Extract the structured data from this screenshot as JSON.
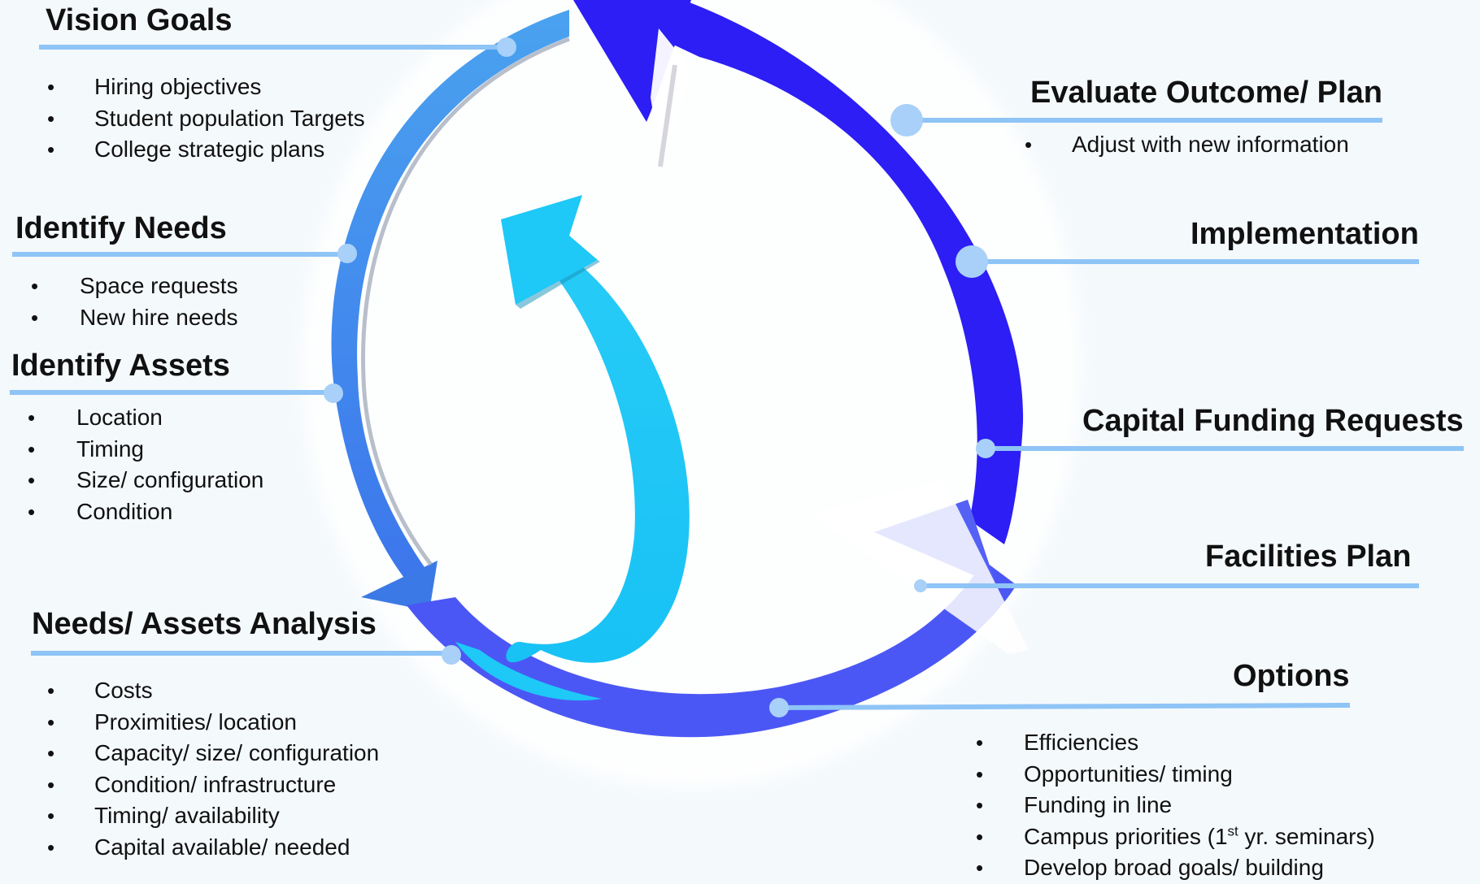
{
  "colors": {
    "background": "#f4f9fc",
    "light_blue_arrow": "#4f9cf0",
    "dark_blue_arrow": "#2c1ef4",
    "medium_blue_arrow": "#4c57f3",
    "cyan_arrow": "#1ec8f7",
    "leader_line": "#8fc4f6"
  },
  "stages": {
    "vision_goals": {
      "title": "Vision Goals",
      "bullets": [
        "Hiring objectives",
        "Student population Targets",
        "College strategic plans"
      ]
    },
    "identify_needs": {
      "title": "Identify Needs",
      "bullets": [
        "Space requests",
        "New hire needs"
      ]
    },
    "identify_assets": {
      "title": "Identify Assets",
      "bullets": [
        "Location",
        "Timing",
        "Size/ configuration",
        "Condition"
      ]
    },
    "needs_assets_analysis": {
      "title": "Needs/ Assets Analysis",
      "bullets": [
        "Costs",
        "Proximities/ location",
        "Capacity/ size/ configuration",
        "Condition/ infrastructure",
        "Timing/ availability",
        "Capital available/ needed"
      ]
    },
    "evaluate_outcome": {
      "title": "Evaluate Outcome/ Plan",
      "bullets": [
        "Adjust with new information"
      ]
    },
    "implementation": {
      "title": "Implementation"
    },
    "capital_funding": {
      "title": "Capital Funding Requests"
    },
    "facilities_plan": {
      "title": "Facilities Plan"
    },
    "options": {
      "title": "Options",
      "bullets": [
        "Efficiencies",
        "Opportunities/ timing",
        "Funding in line"
      ],
      "priorities": {
        "pre": "Campus priorities (1",
        "sup": "st",
        "post": " yr. seminars)"
      },
      "last_bullet": "Develop broad goals/ building"
    }
  },
  "bullet_char": "•"
}
